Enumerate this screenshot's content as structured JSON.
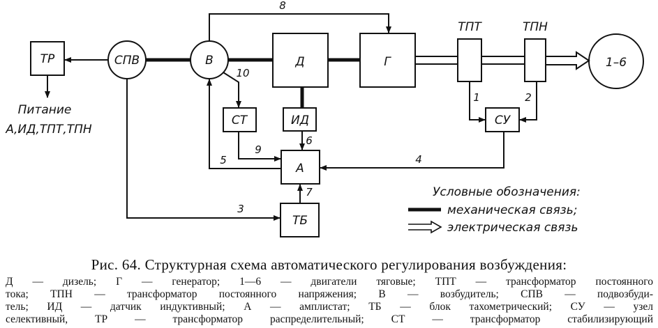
{
  "diagram": {
    "blocks": {
      "tr": "ТР",
      "spv": "СПВ",
      "v": "В",
      "d": "Д",
      "g": "Г",
      "tpt": "ТПТ",
      "tpn": "ТПН",
      "motors": "1–6",
      "st": "СТ",
      "id": "ИД",
      "a": "А",
      "tb": "ТБ",
      "su": "СУ"
    },
    "supply_label": "Питание",
    "supply_targets": "А,ИД,ТПТ,ТПН",
    "link_numbers": [
      "1",
      "2",
      "3",
      "4",
      "5",
      "6",
      "7",
      "8",
      "9",
      "10"
    ],
    "legend": {
      "title": "Условные обозначения:",
      "mechanical": "механическая связь;",
      "electrical": "электрическая связь"
    }
  },
  "caption": {
    "title": "Рис. 64. Структурная схема автоматического регулирования возбуждения:",
    "lines": [
      "Д — дизель; Г — генератор; 1—6 — двигатели тяговые; ТПТ — трансформатор постоянного",
      "тока; ТПН — трансформатор постоянного напряжения; В — возбудитель; СПВ — подвозбуди-",
      "тель; ИД — датчик индуктивный; А — амплистат; ТБ — блок тахометрический; СУ — узел",
      "селективный, ТР — трансформатор распределительный; СТ — трансформатор стабилизирующий"
    ]
  }
}
